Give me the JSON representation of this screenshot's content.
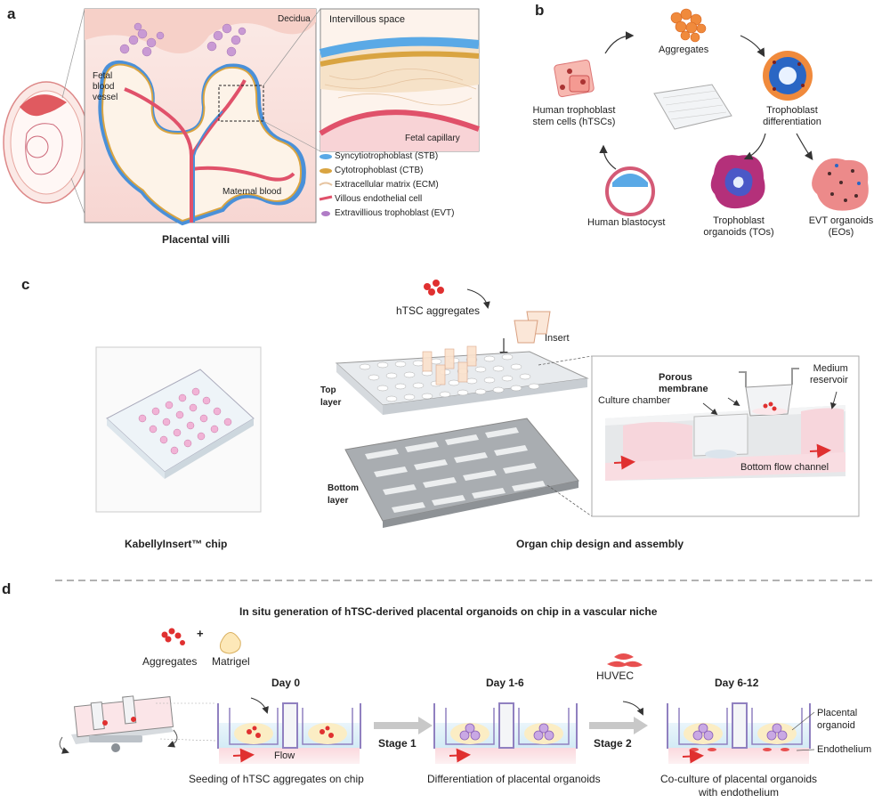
{
  "panels": {
    "a": "a",
    "b": "b",
    "c": "c",
    "d": "d"
  },
  "a": {
    "title": "Placental villi",
    "decidua": "Decidua",
    "fetal_vessel": "Fetal\nblood\nvessel",
    "maternal_blood": "Maternal blood",
    "intervillous": "Intervillous space",
    "fetal_capillary": "Fetal capillary",
    "legend": [
      {
        "label": "Syncytiotrophoblast (STB)",
        "color": "#5aa9e6"
      },
      {
        "label": "Cytotrophoblast (CTB)",
        "color": "#d9a441"
      },
      {
        "label": "Extracellular matrix (ECM)",
        "color": "#f3d8b6"
      },
      {
        "label": "Villous endothelial cell",
        "color": "#e0516a"
      },
      {
        "label": "Extravillious trophoblast (EVT)",
        "color": "#b07cc6"
      }
    ]
  },
  "b": {
    "aggregates": "Aggregates",
    "htsc": "Human trophoblast\nstem cells (hTSCs)",
    "differentiation": "Trophoblast\ndifferentiation",
    "blastocyst": "Human blastocyst",
    "tos": "Trophoblast\norganoids (TOs)",
    "eos": "EVT organoids\n(EOs)"
  },
  "c": {
    "aggregates": "hTSC aggregates",
    "insert": "Insert",
    "top_layer": "Top\nlayer",
    "bottom_layer": "Bottom\nlayer",
    "porous": "Porous\nmembrane",
    "medium": "Medium\nreservoir",
    "culture": "Culture chamber",
    "flow_channel": "Bottom flow channel",
    "chip_caption": "KabellyInsert™ chip",
    "design_caption": "Organ chip design and assembly"
  },
  "d": {
    "title": "In situ generation of hTSC-derived placental organoids on chip in a vascular niche",
    "aggregates": "Aggregates",
    "plus": "+",
    "matrigel": "Matrigel",
    "huvec": "HUVEC",
    "day0": "Day 0",
    "day16": "Day 1-6",
    "day612": "Day 6-12",
    "flow": "Flow",
    "stage1": "Stage 1",
    "stage2": "Stage 2",
    "placental_organoid": "Placental\norganoid",
    "endothelium": "Endothelium",
    "cap1": "Seeding of hTSC aggregates on chip",
    "cap2": "Differentiation of placental organoids",
    "cap3": "Co-culture of placental organoids\nwith endothelium"
  }
}
